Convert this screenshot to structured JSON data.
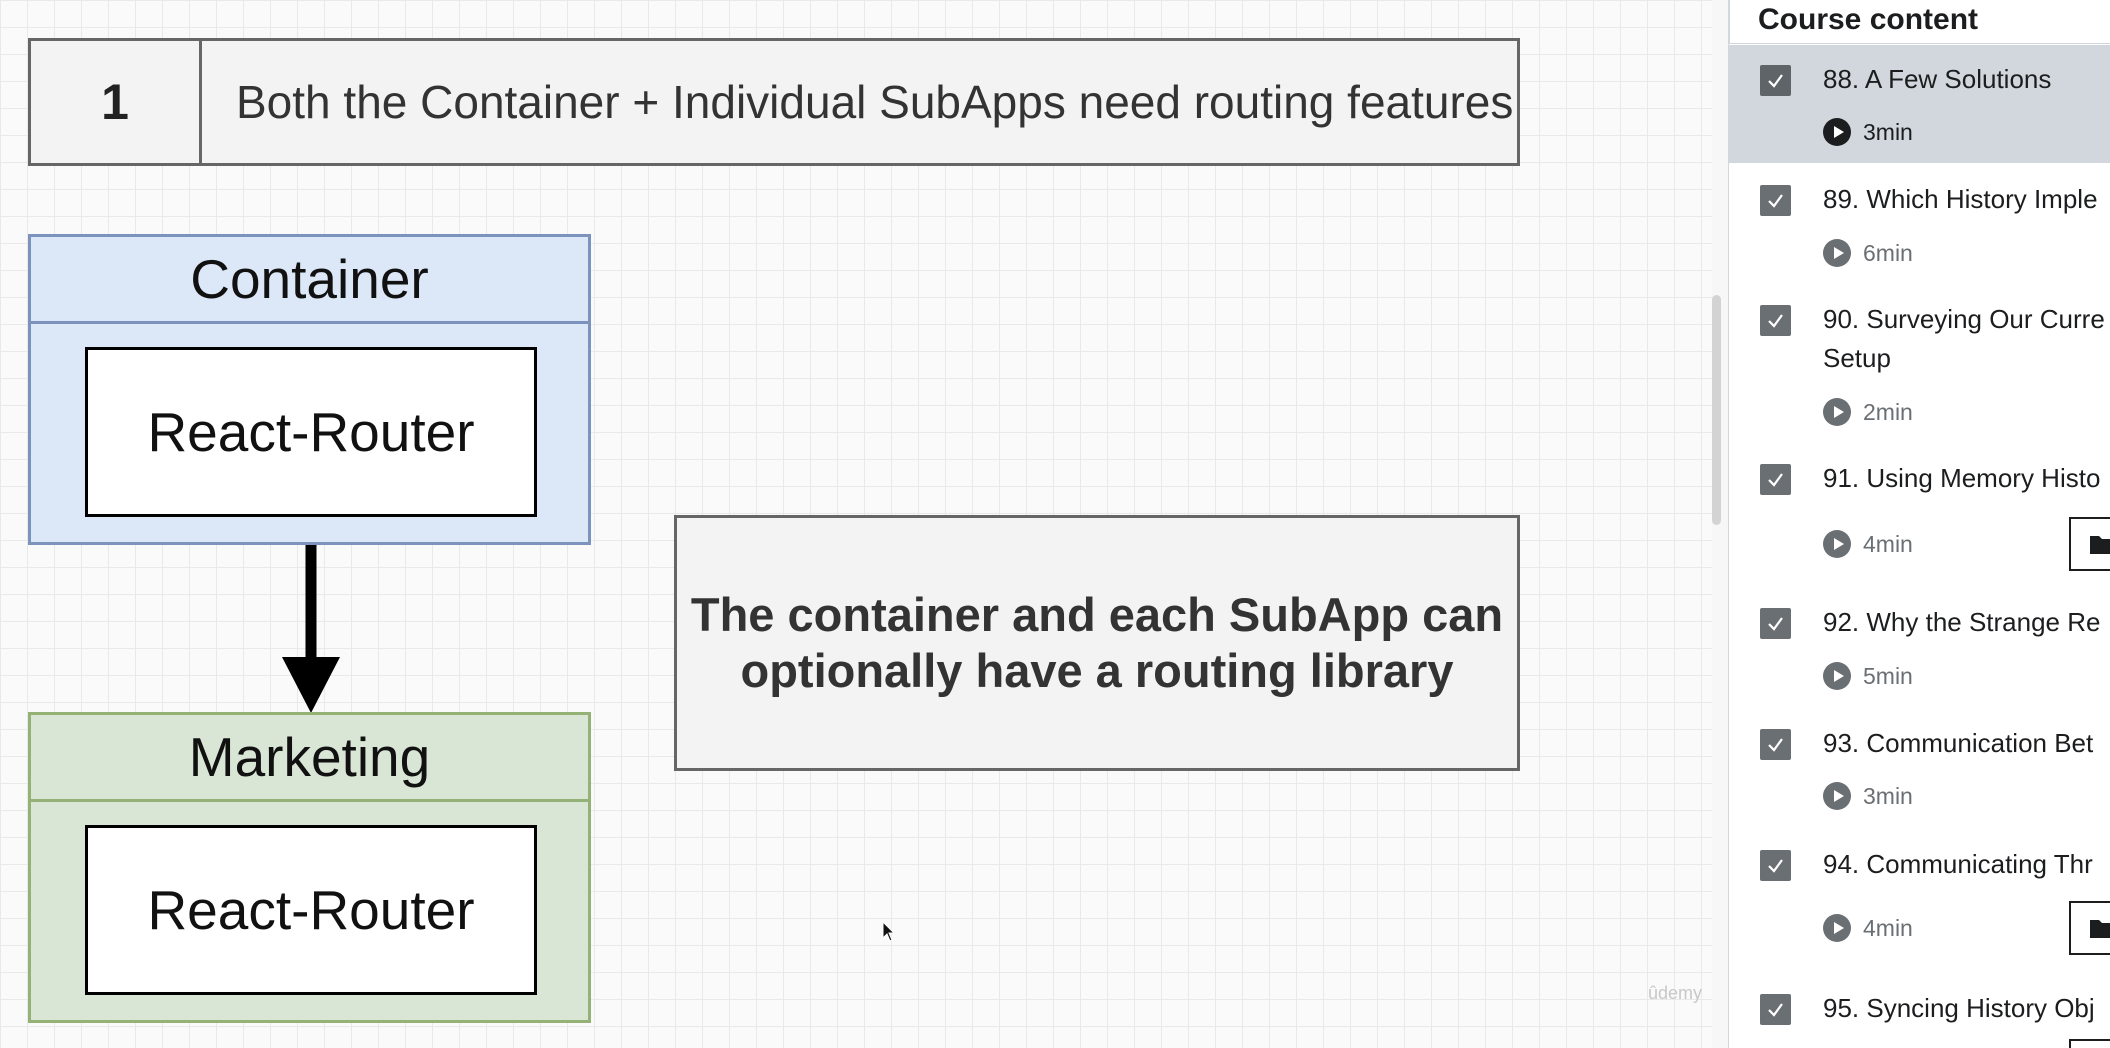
{
  "slide": {
    "banner_number": "1",
    "banner_text": "Both the Container + Individual SubApps need routing features",
    "container_label": "Container",
    "container_router_label": "React-Router",
    "marketing_label": "Marketing",
    "marketing_router_label": "React-Router",
    "note_text": "The container and each SubApp can\noptionally have a routing library",
    "watermark": "ûdemy"
  },
  "sidebar": {
    "title": "Course content",
    "lectures": [
      {
        "title": "88. A Few Solutions",
        "duration": "3min",
        "completed": true,
        "active": true
      },
      {
        "title": "89. Which History Imple",
        "duration": "6min",
        "completed": true
      },
      {
        "title": "90. Surveying Our Curre Setup",
        "duration": "2min",
        "completed": true
      },
      {
        "title": "91. Using Memory Histo",
        "duration": "4min",
        "completed": true,
        "has_resources": true
      },
      {
        "title": "92. Why the Strange Re",
        "duration": "5min",
        "completed": true
      },
      {
        "title": "93. Communication Bet",
        "duration": "3min",
        "completed": true
      },
      {
        "title": "94. Communicating Thr",
        "duration": "4min",
        "completed": true,
        "has_resources": true
      },
      {
        "title": "95. Syncing History Obj",
        "duration": "",
        "completed": true
      }
    ]
  },
  "colors": {
    "container_fill": "#dce7f7",
    "marketing_fill": "#d9e6d6",
    "active_lecture_bg": "#d1d7dc"
  }
}
